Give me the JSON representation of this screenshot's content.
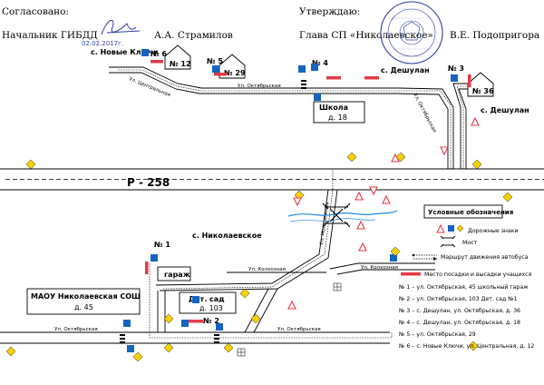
{
  "header": {
    "agreed_label": "Согласовано:",
    "approved_label": "Утверждаю:",
    "gibdd_title": "Начальник ГИБДД",
    "gibdd_name": "А.А. Страмилов",
    "signature_date": "02.02.2017г.",
    "head_title": "Глава СП «Николаевское»",
    "head_name": "В.Е. Подопригора"
  },
  "map": {
    "highway": "Р - 258",
    "village_main": "с. Николаевское",
    "village_novye": "с. Новые Ключи",
    "village_deshulan": "с. Дешулан",
    "school_name": "Школа",
    "school_house": "д. 18",
    "moshsh_name": "МАОУ Николаевская СОШ",
    "moshsh_house": "д. 45",
    "kindergarten_name": "Дет. сад",
    "kindergarten_house": "д. 103",
    "garage": "гараж",
    "streets": {
      "tsentralnaya": "Ул. Центральная",
      "oktyabrskaya": "Ул. Октябрьская",
      "molodezhnaya": "Ул. Молодежная",
      "kolkhoznaya": "Ул. Колхозная"
    },
    "stops": [
      {
        "num": "№ 1",
        "house": ""
      },
      {
        "num": "№ 2",
        "house": ""
      },
      {
        "num": "№ 3",
        "house": "№ 36"
      },
      {
        "num": "№ 4",
        "house": ""
      },
      {
        "num": "№ 5",
        "house": "№ 29"
      },
      {
        "num": "№ 6",
        "house": "№ 12"
      }
    ]
  },
  "legend": {
    "title": "Условные обозначения",
    "road_signs": "Дорожные знаки",
    "bridge": "Мост",
    "bus_route": "Маршрут движения автобуса",
    "boarding_place": "Место посадки и высадки учащихся",
    "items": [
      "№ 1 – ул. Октябрьская, 45 школьный гараж",
      "№ 2 – ул. Октябрьская, 103 Дет. сад №1",
      "№ 3 – с. Дешулан, ул. Октябрьская, д. 36",
      "№ 4 – с. Дешулан, ул. Октябрьская, д. 18",
      "№ 5 – ул. Октябрьская, 29",
      "№ 6 – с. Новые Ключи, ул. Центральная, д. 12"
    ]
  },
  "colors": {
    "stop": "#e53946",
    "sign_blue": "#1565c0",
    "sign_yellow": "#f5d000",
    "sign_red": "#e53946",
    "water": "#1e88e5",
    "stamp": "#2f3fa8"
  }
}
